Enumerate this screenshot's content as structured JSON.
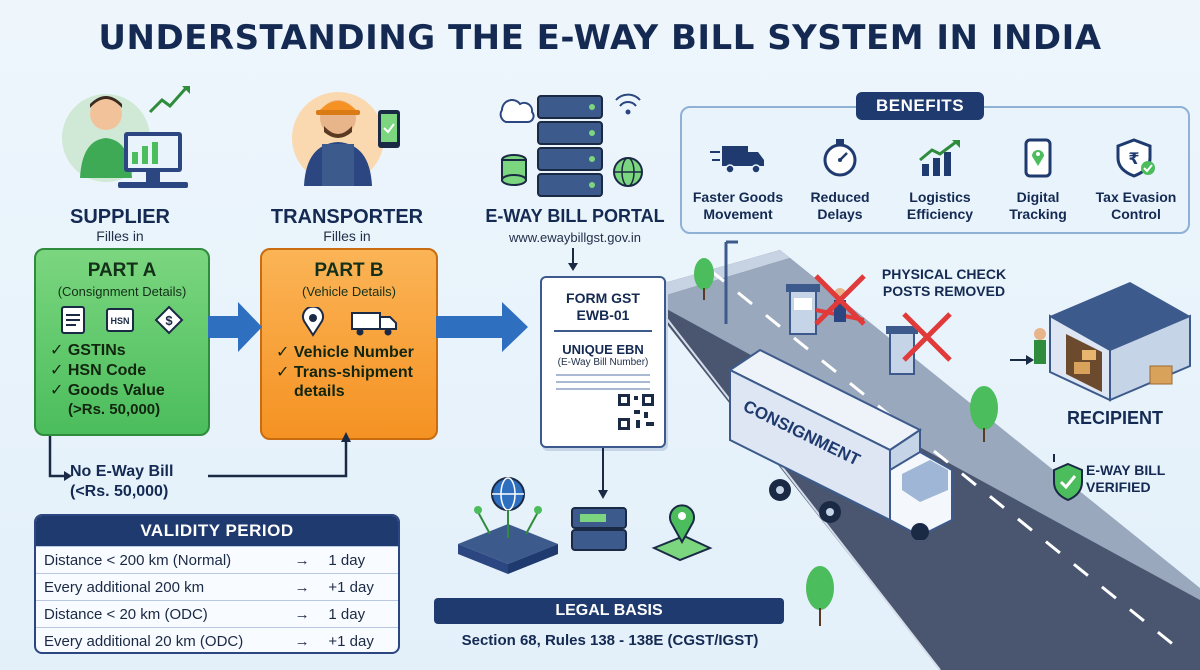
{
  "title": "UNDERSTANDING THE E-WAY BILL SYSTEM IN INDIA",
  "supplier": {
    "label": "SUPPLIER",
    "sub": "Filles in",
    "part_title": "PART A",
    "part_sub": "(Consignment Details)",
    "doc_icons": [
      "document-icon",
      "hsn-icon",
      "money-icon"
    ],
    "hsn_text": "HSN",
    "items": [
      "GSTINs",
      "HSN Code",
      "Goods Value",
      "(>Rs. 50,000)"
    ]
  },
  "transporter": {
    "label": "TRANSPORTER",
    "sub": "Filles in",
    "part_title": "PART B",
    "part_sub": "(Vehicle Details)",
    "items": [
      "Vehicle Number",
      "Trans-shipment",
      "details"
    ]
  },
  "no_eway": {
    "line1": "No E-Way Bill",
    "line2": "(<Rs. 50,000)"
  },
  "validity": {
    "heading": "VALIDITY PERIOD",
    "rows": [
      {
        "label": "Distance < 200 km (Normal)",
        "arrow": "→",
        "value": "1 day"
      },
      {
        "label": "Every additional 200 km",
        "arrow": "→",
        "value": "+1 day"
      },
      {
        "label": "Distance < 20 km (ODC)",
        "arrow": "→",
        "value": "1 day"
      },
      {
        "label": "Every additional 20 km (ODC)",
        "arrow": "→",
        "value": "+1 day"
      }
    ]
  },
  "portal": {
    "title": "E-WAY BILL PORTAL",
    "url": "www.ewaybillgst.gov.in"
  },
  "form": {
    "line1": "FORM GST",
    "line2": "EWB-01",
    "ebn_title": "UNIQUE EBN",
    "ebn_sub": "(E-Way Bill Number)"
  },
  "benefits": {
    "heading": "BENEFITS",
    "items": [
      {
        "icon": "truck-icon",
        "line1": "Faster Goods",
        "line2": "Movement"
      },
      {
        "icon": "stopwatch-icon",
        "line1": "Reduced",
        "line2": "Delays"
      },
      {
        "icon": "growth-chart-icon",
        "line1": "Logistics",
        "line2": "Efficiency"
      },
      {
        "icon": "phone-location-icon",
        "line1": "Digital",
        "line2": "Tracking"
      },
      {
        "icon": "rupee-shield-icon",
        "line1": "Tax Evasion",
        "line2": "Control"
      }
    ]
  },
  "truck_text": "CONSIGNMENT",
  "checkposts": {
    "line1": "PHYSICAL CHECK",
    "line2": "POSTS REMOVED"
  },
  "recipient": "RECIPIENT",
  "verified": {
    "line1": "E-WAY BILL",
    "line2": "VERIFIED"
  },
  "legal": {
    "heading": "LEGAL BASIS",
    "text": "Section 68, Rules 138 - 138E (CGST/IGST)"
  },
  "colors": {
    "navy": "#1f3a6e",
    "green": "#4bbd5c",
    "orange": "#f59223",
    "blue_arrow": "#2f6fc0",
    "cross_red": "#e03a3a"
  }
}
